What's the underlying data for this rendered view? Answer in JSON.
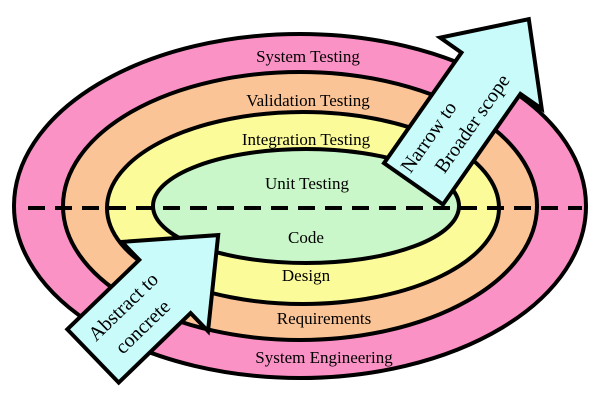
{
  "colors": {
    "system": "#fb92c6",
    "validation": "#fbc497",
    "integration": "#fbfb9a",
    "unit": "#c9f7c9",
    "arrow": "#c9fbfb",
    "outline": "#000000"
  },
  "rings": {
    "system_testing": "System Testing",
    "validation_testing": "Validation Testing",
    "integration_testing": "Integration Testing",
    "unit_testing": "Unit Testing",
    "code": "Code",
    "design": "Design",
    "requirements": "Requirements",
    "system_engineering": "System Engineering"
  },
  "arrows": {
    "narrow_line1": "Narrow to",
    "narrow_line2": "Broader scope",
    "abstract_line1": "Abstract to",
    "abstract_line2": "concrete"
  }
}
